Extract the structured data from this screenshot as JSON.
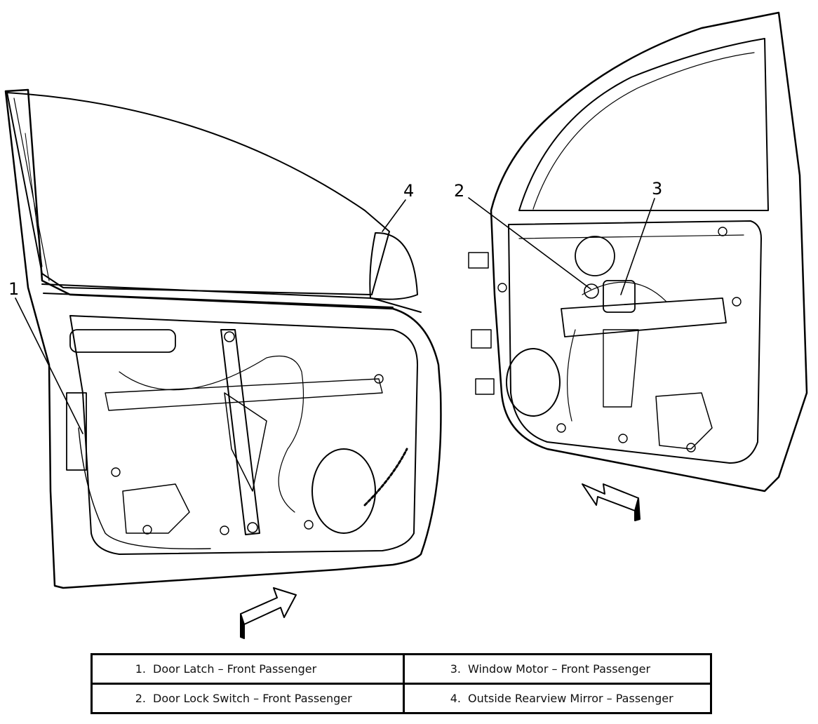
{
  "callouts": [
    {
      "number": "1"
    },
    {
      "number": "2"
    },
    {
      "number": "3"
    },
    {
      "number": "4"
    }
  ],
  "legend": {
    "rows": [
      {
        "left": {
          "num": "1.",
          "label": "Door Latch – Front Passenger"
        },
        "right": {
          "num": "3.",
          "label": "Window Motor – Front Passenger"
        }
      },
      {
        "left": {
          "num": "2.",
          "label": "Door Lock Switch – Front Passenger"
        },
        "right": {
          "num": "4.",
          "label": "Outside Rearview Mirror – Passenger"
        }
      }
    ]
  },
  "colors": {
    "line": "#000000",
    "background": "#ffffff"
  }
}
